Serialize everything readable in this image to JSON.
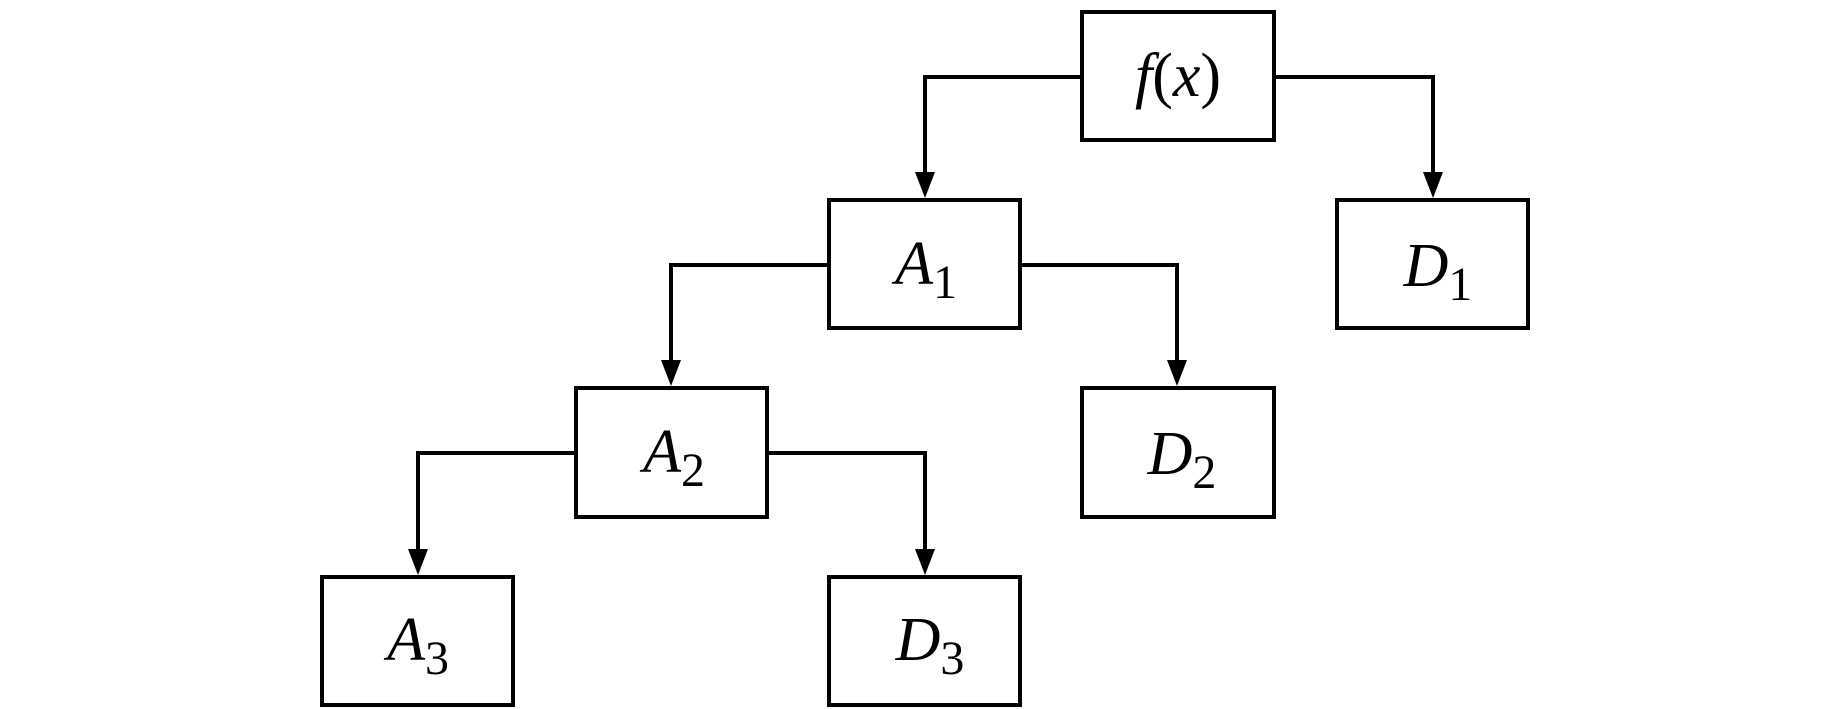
{
  "nodes": {
    "root": {
      "f": "f",
      "open": "(",
      "x": "x",
      "close": ")"
    },
    "a1": {
      "main": "A",
      "sub": "1"
    },
    "d1": {
      "main": "D",
      "sub": "1"
    },
    "a2": {
      "main": "A",
      "sub": "2"
    },
    "d2": {
      "main": "D",
      "sub": "2"
    },
    "a3": {
      "main": "A",
      "sub": "3"
    },
    "d3": {
      "main": "D",
      "sub": "3"
    }
  }
}
